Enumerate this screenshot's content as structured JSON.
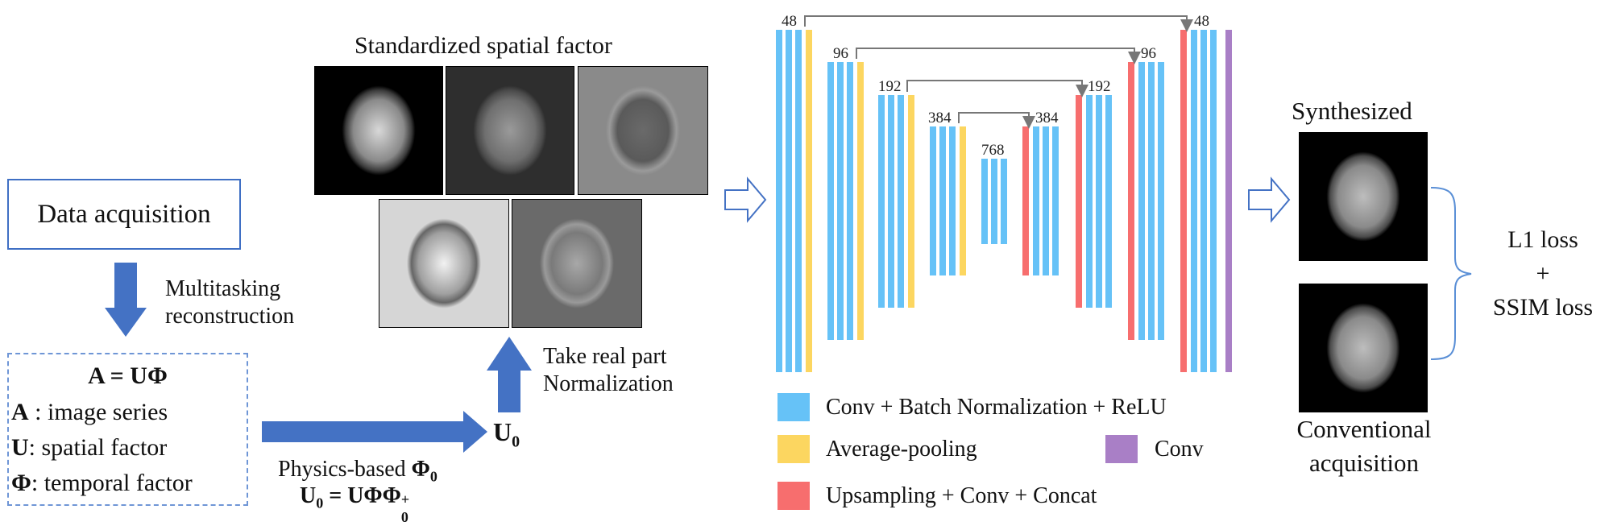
{
  "pipeline": {
    "data_acquisition_label": "Data acquisition",
    "multitasking_label_line1": "Multitasking",
    "multitasking_label_line2": "reconstruction",
    "formula_box": {
      "line_main_bold": "A = UΦ",
      "a_symbol": "A",
      "a_text": " : image series",
      "u_symbol": "U",
      "u_text": ": spatial factor",
      "phi_symbol": "Φ",
      "phi_text": ": temporal factor"
    },
    "physics_line1_text": "Physics-based ",
    "physics_line1_symbol": "Φ",
    "physics_line1_sub": "0",
    "physics_line2_bold": "U",
    "physics_line2_sub0": "0",
    "physics_line2_eq": " = UΦΦ",
    "physics_line2_sub": "0",
    "physics_line2_sup": "+",
    "u0_symbol": "U",
    "u0_sub": "0",
    "take_real_line1": "Take real part",
    "take_real_line2": "Normalization",
    "standardized_title": "Standardized spatial factor",
    "synthesized_title": "Synthesized",
    "conventional_line1": "Conventional",
    "conventional_line2": "acquisition",
    "loss_line1": "L1 loss",
    "loss_plus": "+",
    "loss_line2": "SSIM loss"
  },
  "unet": {
    "channel_labels": {
      "enc1": "48",
      "dec1": "48",
      "enc2": "96",
      "dec2": "96",
      "enc3": "192",
      "dec3": "192",
      "enc4": "384",
      "dec4": "384",
      "bottom": "768"
    }
  },
  "legend": {
    "items": [
      {
        "label": "Conv + Batch Normalization + ReLU",
        "color": "#66c2f7"
      },
      {
        "label": "Average-pooling",
        "color": "#fcd660"
      },
      {
        "label": "Conv",
        "color": "#a97fc6"
      },
      {
        "label": "Upsampling + Conv + Concat",
        "color": "#f76e6e"
      }
    ]
  },
  "colors": {
    "arrow_blue": "#4472c4",
    "outline_blue": "#3f6fc4",
    "conv_blue": "#66c2f7",
    "pool_yellow": "#fcd660",
    "up_red": "#f76e6e",
    "conv_purple": "#a97fc6",
    "skip_gray": "#777777"
  }
}
